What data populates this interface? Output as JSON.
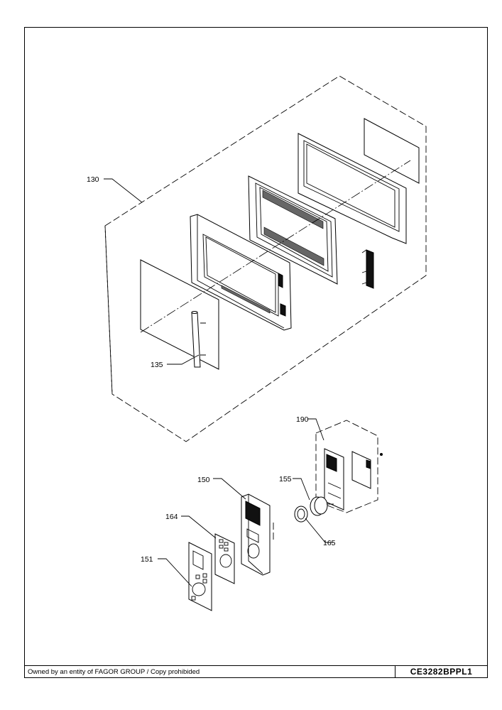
{
  "callouts": {
    "c130": "130",
    "c135": "135",
    "c190": "190",
    "c155": "155",
    "c150": "150",
    "c164": "164",
    "c165": "165",
    "c151": "151"
  },
  "footer": {
    "owner": "Owned by an entity of FAGOR GROUP / Copy prohibided",
    "code": "CE3282BPPL1"
  }
}
